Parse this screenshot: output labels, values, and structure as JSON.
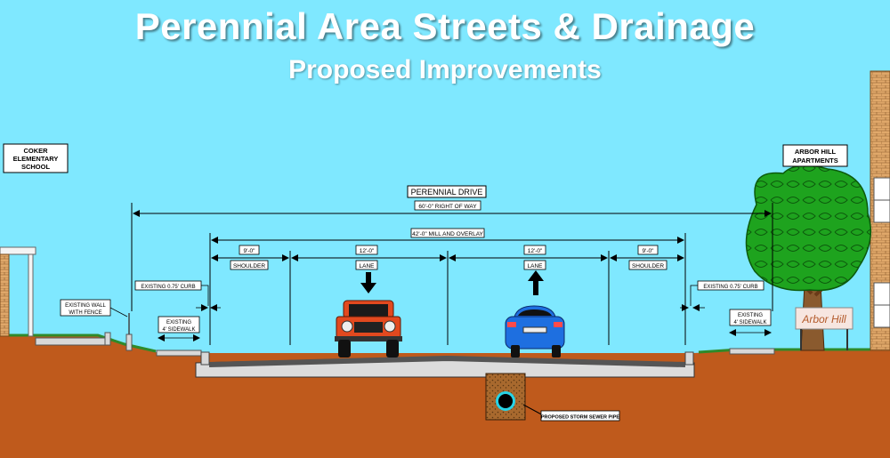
{
  "header": {
    "title": "Perennial Area Streets & Drainage",
    "subtitle": "Proposed Improvements"
  },
  "places": {
    "left_line1": "COKER",
    "left_line2": "ELEMENTARY",
    "left_line3": "SCHOOL",
    "right_line1": "ARBOR HILL",
    "right_line2": "APARTMENTS",
    "sign": "Arbor Hill"
  },
  "street": {
    "name": "PERENNIAL DRIVE",
    "right_of_way": "60'-0\" RIGHT OF WAY",
    "mill_overlay": "42'-0\" MILL AND OVERLAY"
  },
  "segments": {
    "left_shoulder_dim": "9'-0\"",
    "left_shoulder_label": "SHOULDER",
    "left_lane_dim": "12'-0\"",
    "left_lane_label": "LANE",
    "right_lane_dim": "12'-0\"",
    "right_lane_label": "LANE",
    "right_shoulder_dim": "9'-0\"",
    "right_shoulder_label": "SHOULDER"
  },
  "callouts": {
    "left_curb": "EXISTING 0.75' CURB",
    "right_curb": "EXISTING 0.75' CURB",
    "wall_line1": "EXISTING WALL",
    "wall_line2": "WITH FENCE",
    "left_sidewalk_line1": "EXISTING",
    "left_sidewalk_line2": "4' SIDEWALK",
    "right_sidewalk_line1": "EXISTING",
    "right_sidewalk_line2": "4' SIDEWALK",
    "storm_pipe": "PROPOSED STORM SEWER PIPE"
  },
  "colors": {
    "sky": "#7fe8ff",
    "ground": "#bf5a1c",
    "grass": "#2f8a2a",
    "tree": "#1ea31e",
    "jeep": "#e2491f",
    "car": "#1e6fe0",
    "pipe_ring": "#27d3e6"
  }
}
